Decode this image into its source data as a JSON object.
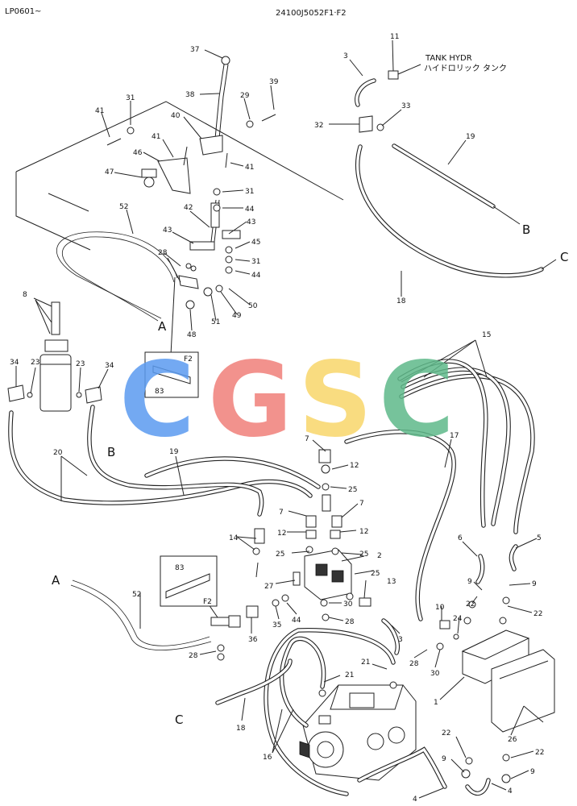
{
  "header": {
    "left_code": "LP0601~",
    "drawing_code": "24100J5052F1·F2"
  },
  "tank": {
    "label_en": "TANK HYDR",
    "label_jp": "ハイドロリック タンク"
  },
  "watermark": {
    "letters": [
      "C",
      "G",
      "S",
      "C"
    ],
    "colors": [
      "#5b9bf0",
      "#f07f7a",
      "#f8d66b",
      "#5fb98a"
    ]
  },
  "connectors": {
    "a_top": "A",
    "a_left": "A",
    "b_top": "B",
    "b_left": "B",
    "c_top": "C",
    "c_bottom": "C"
  },
  "details": {
    "f2_top": "F2",
    "f2_top_part": "83",
    "f2_mid": "F2",
    "f2_mid_part": "83"
  },
  "callouts": {
    "p37": "37",
    "p38": "38",
    "p39": "39",
    "p29": "29",
    "p40": "40",
    "p41a": "41",
    "p31a": "31",
    "p41b": "41",
    "p46": "46",
    "p47": "47",
    "p41c": "41",
    "p31b": "31",
    "p44a": "44",
    "p42": "42",
    "p43a": "43",
    "p43b": "43",
    "p45": "45",
    "p52a": "52",
    "p28a": "28",
    "p31c": "31",
    "p44b": "44",
    "p50": "50",
    "p49": "49",
    "p51": "51",
    "p48": "48",
    "p3a": "3",
    "p11": "11",
    "p33": "33",
    "p32": "32",
    "p19a": "19",
    "p18a": "18",
    "p8": "8",
    "p34a": "34",
    "p23a": "23",
    "p23b": "23",
    "p34b": "34",
    "p20": "20",
    "p19b": "19",
    "p15": "15",
    "p7a": "7",
    "p12a": "12",
    "p25a": "25",
    "p17": "17",
    "p7b": "7",
    "p7c": "7",
    "p12b": "12",
    "p12c": "12",
    "p14": "14",
    "p25b": "25",
    "p25c": "25",
    "p2": "2",
    "p27": "27",
    "p25d": "25",
    "p13": "13",
    "p6": "6",
    "p5": "5",
    "p9a": "9",
    "p9b": "9",
    "p22a": "22",
    "p22b": "22",
    "p10": "10",
    "p24": "24",
    "p52b": "52",
    "p36": "36",
    "p35": "35",
    "p44c": "44",
    "p30a": "30",
    "p28b": "28",
    "p3b": "3",
    "p28c": "28",
    "p30b": "30",
    "p28d": "28",
    "p21a": "21",
    "p21b": "21",
    "p1": "1",
    "p18b": "18",
    "p16": "16",
    "p26": "26",
    "p22c": "22",
    "p22d": "22",
    "p9c": "9",
    "p9d": "9",
    "p4a": "4",
    "p4b": "4"
  }
}
